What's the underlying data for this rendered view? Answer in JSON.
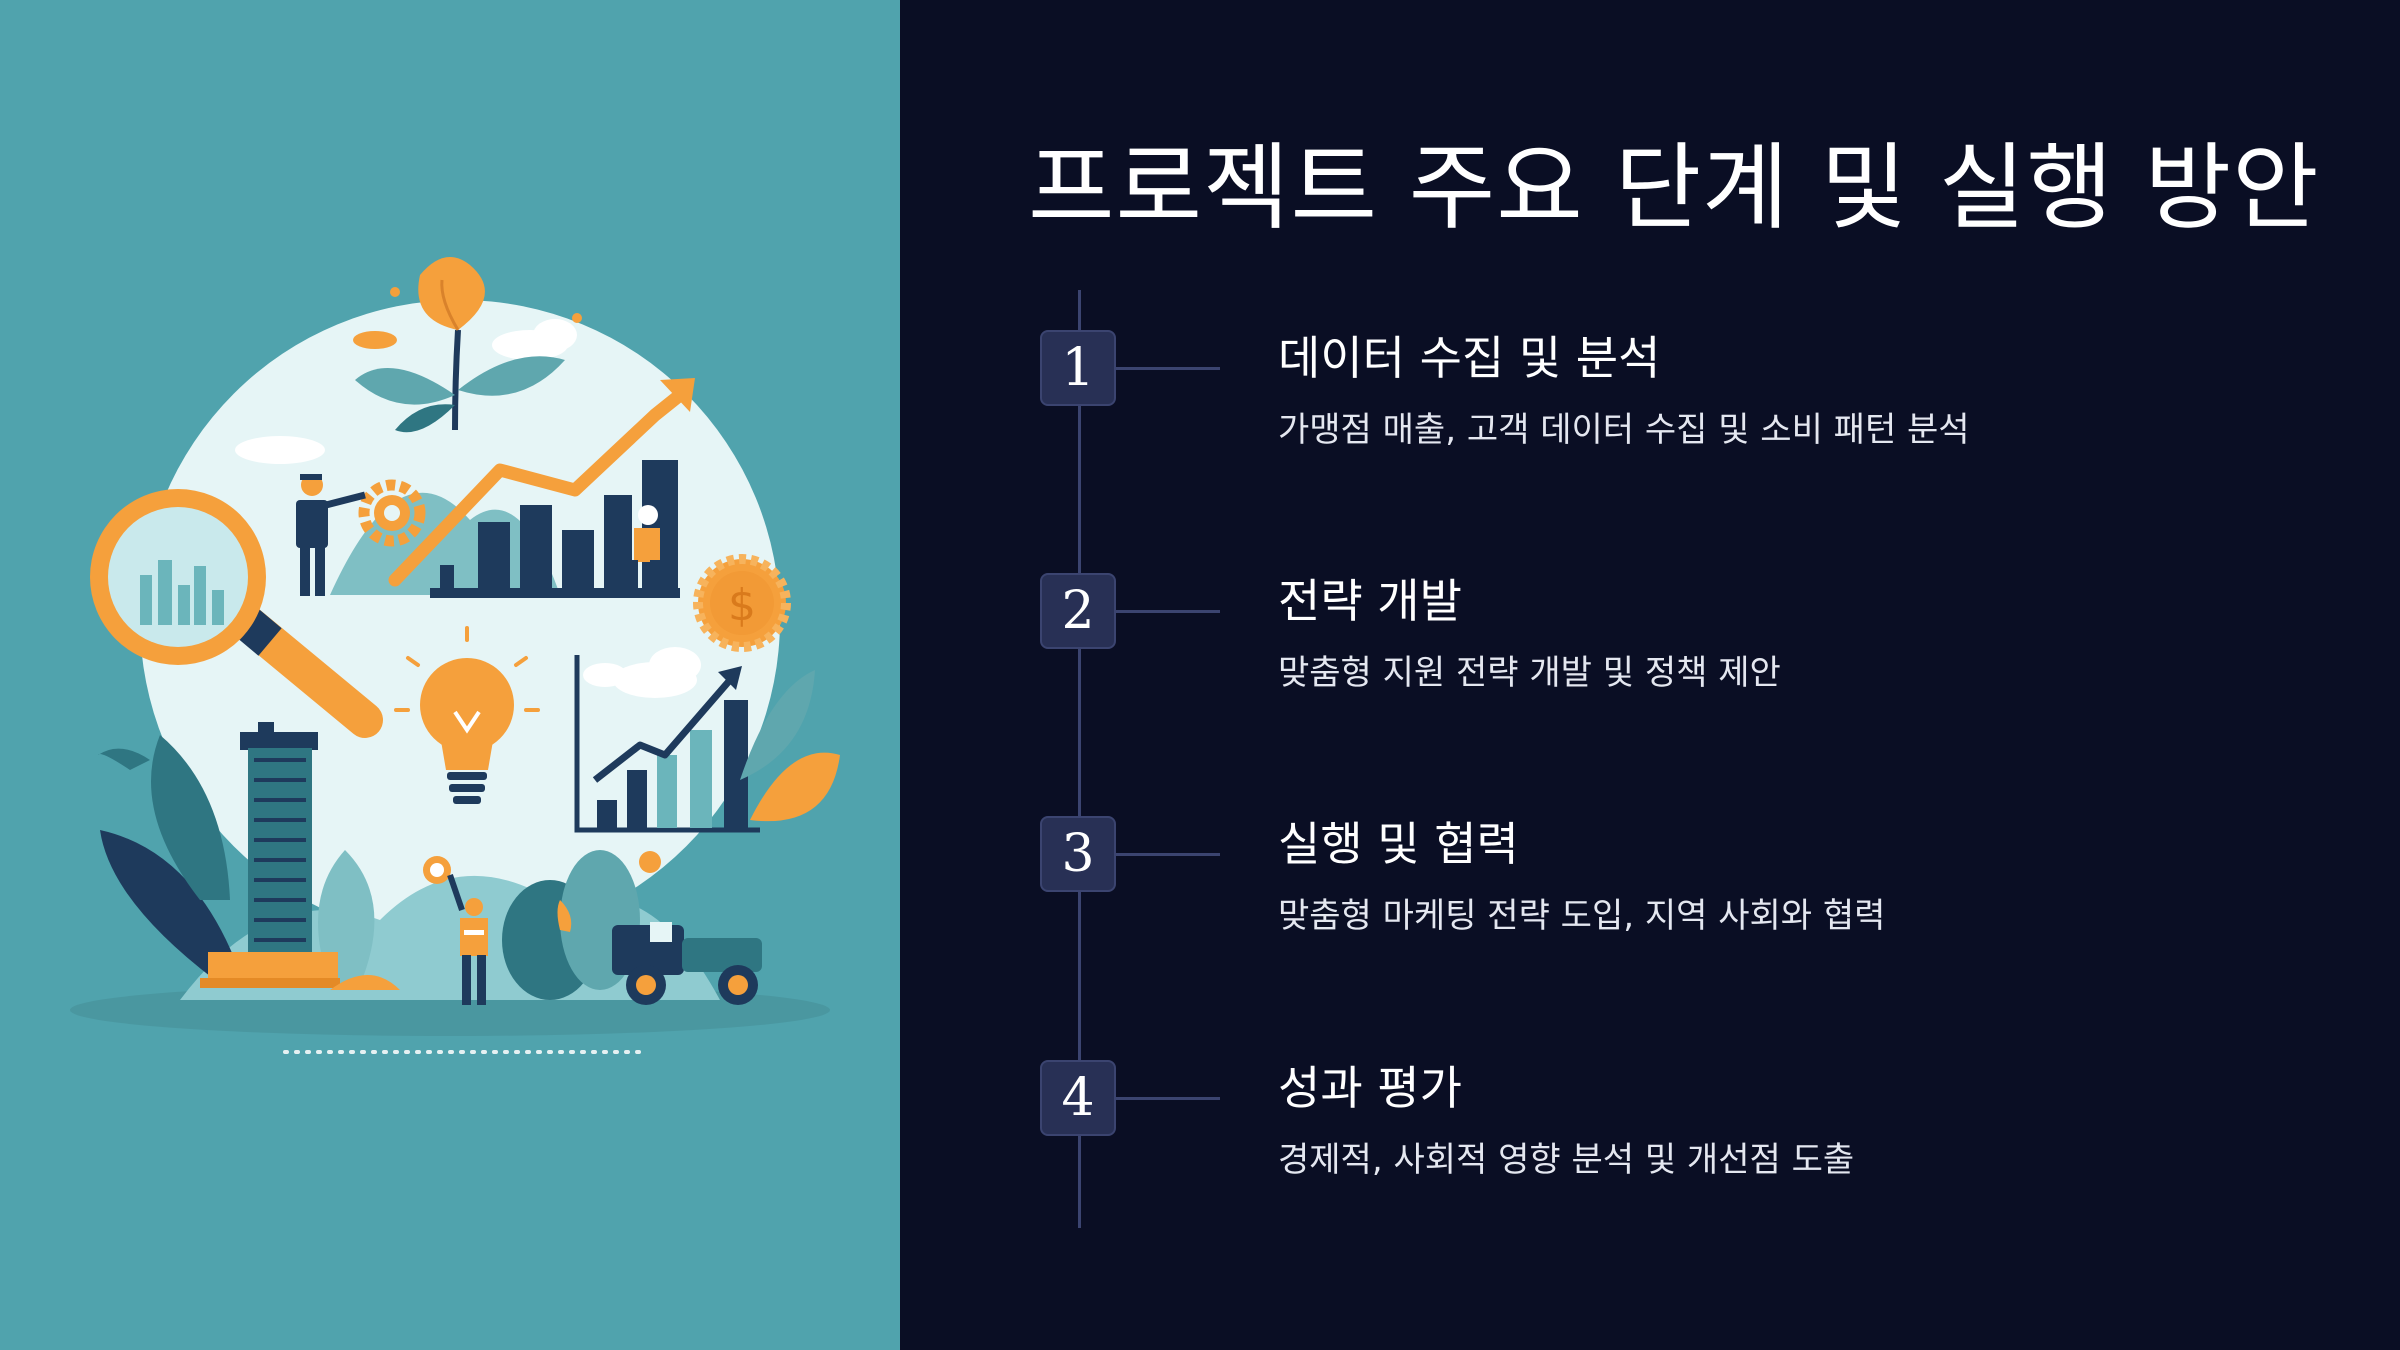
{
  "title": "프로젝트 주요 단계 및 실행 방안",
  "steps": [
    {
      "number": "1",
      "title": "데이터 수집 및 분석",
      "description": "가맹점 매출, 고객 데이터 수집 및 소비 패턴 분석"
    },
    {
      "number": "2",
      "title": "전략 개발",
      "description": "맞춤형 지원 전략 개발 및 정책 제안"
    },
    {
      "number": "3",
      "title": "실행 및 협력",
      "description": "맞춤형 마케팅 전략 도입, 지역 사회와 협력"
    },
    {
      "number": "4",
      "title": "성과 평가",
      "description": "경제적, 사회적 영향 분석 및 개선점 도출"
    }
  ],
  "illustration": {
    "dollar_symbol": "$"
  },
  "colors": {
    "left_background": "#50a3ad",
    "right_background": "#0a0e24",
    "accent_orange": "#f5a03c",
    "navy": "#1e3a5c",
    "timeline": "#3b4470"
  }
}
